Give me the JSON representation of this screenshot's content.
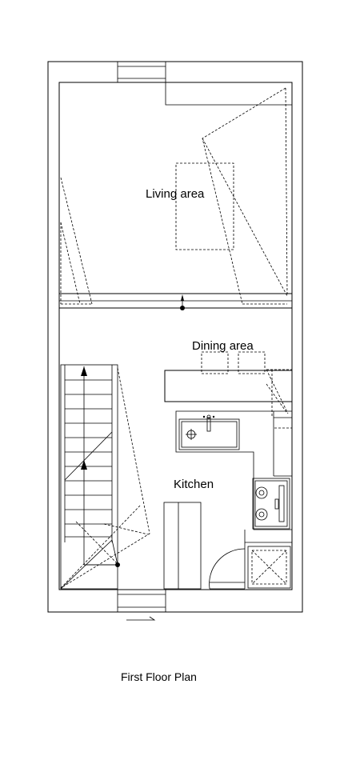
{
  "plan": {
    "title": "First Floor Plan",
    "rooms": {
      "living": "Living area",
      "dining": "Dining area",
      "kitchen": "Kitchen"
    }
  }
}
